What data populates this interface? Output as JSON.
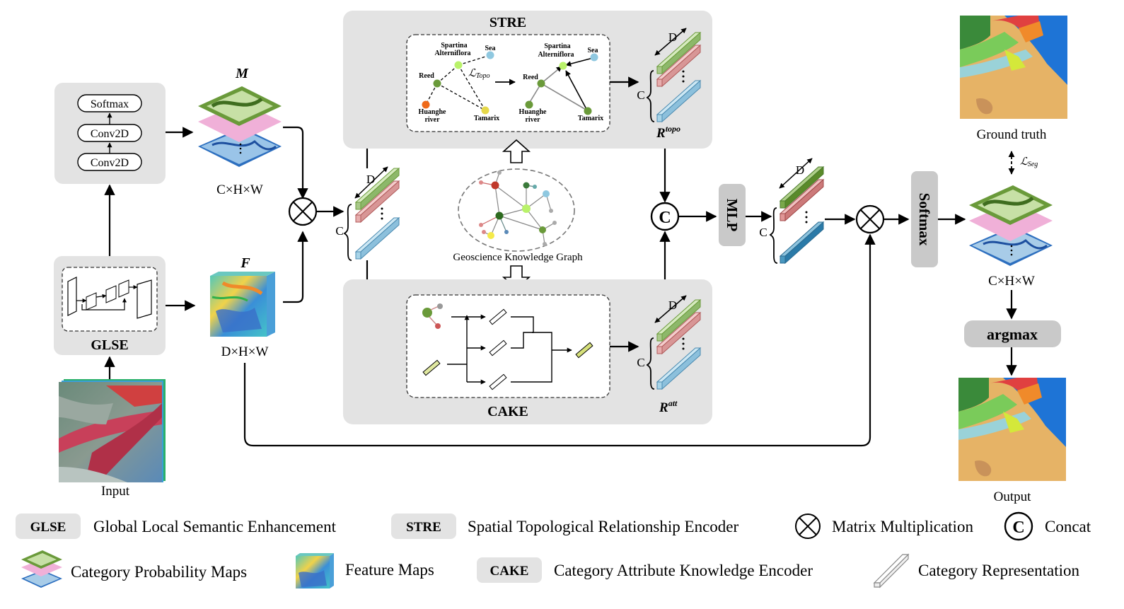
{
  "modules": {
    "glse": "GLSE",
    "stre": "STRE",
    "cake": "CAKE",
    "mlp": "MLP",
    "softmax_box": "Softmax",
    "argmax": "argmax"
  },
  "glse_head": {
    "layers": [
      "Softmax",
      "Conv2D",
      "Conv2D"
    ]
  },
  "labels": {
    "input": "Input",
    "ground_truth": "Ground truth",
    "output": "Output",
    "M": "M",
    "F": "F",
    "dims_chw": "C×H×W",
    "dims_dhw": "D×H×W",
    "dims_chw_out": "C×H×W",
    "C": "C",
    "D": "D",
    "r_topo": "R",
    "r_topo_sup": "topo",
    "r_att": "R",
    "r_att_sup": "att",
    "l_topo": "ℒ",
    "l_topo_sub": "Topo",
    "l_seg": "ℒ",
    "l_seg_sub": "Seg",
    "kg": "Geoscience Knowledge Graph",
    "concat_symbol": "C"
  },
  "graph_nodes": {
    "spartina": [
      "Spartina",
      "Alterniflora"
    ],
    "sea": "Sea",
    "reed": "Reed",
    "huanghe": [
      "Huanghe",
      "river"
    ],
    "tamarix": "Tamarix"
  },
  "legend": [
    {
      "tag": "GLSE",
      "text": "Global Local Semantic Enhancement"
    },
    {
      "tag": "STRE",
      "text": "Spatial Topological Relationship Encoder"
    },
    {
      "symbol": "⊗",
      "text": "Matrix Multiplication"
    },
    {
      "symbol": "C",
      "text": "Concat"
    },
    {
      "icon": "category-probability-maps-icon",
      "text": "Category Probability Maps"
    },
    {
      "icon": "feature-maps-icon",
      "text": "Feature Maps"
    },
    {
      "tag": "CAKE",
      "text": "Category Attribute Knowledge Encoder"
    },
    {
      "icon": "category-representation-icon",
      "text": "Category Representation"
    }
  ],
  "colors": {
    "module_bg": "#e3e3e3",
    "green_bar": "#a9c98a",
    "pink_bar": "#e7aeae",
    "blue_bar": "#a8d4e8",
    "sea_blue": "#1e74d6",
    "sand": "#e6b366",
    "node_green": "#6a9a3a",
    "node_orange": "#ef6a1a",
    "node_yellow": "#e6d84a",
    "node_lightblue": "#8fc8e0",
    "node_lime": "#b9f26a"
  }
}
